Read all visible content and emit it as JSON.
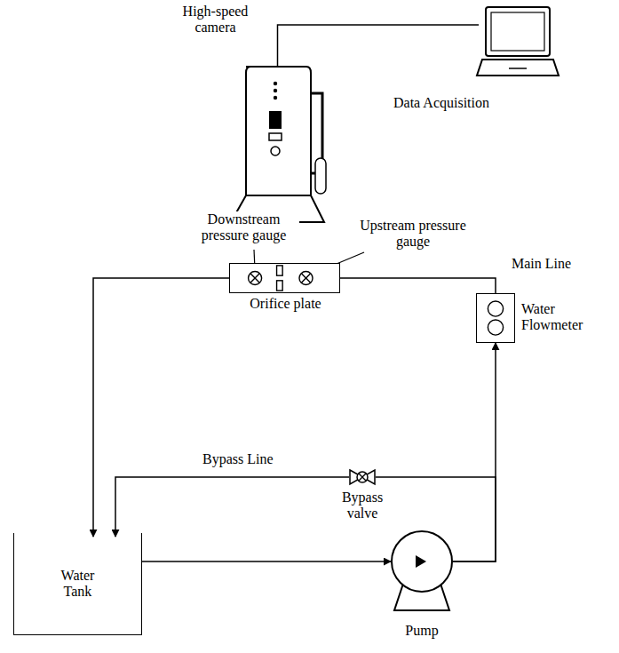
{
  "diagram": {
    "nodes": [
      {
        "text": [
          "High-speed camera"
        ]
      },
      {
        "text": [
          "Data Acquisition"
        ]
      },
      {
        "text": [
          "Orifice plate"
        ]
      },
      {
        "text": [
          "Water Flowmeter"
        ]
      },
      {
        "text": [
          "Bypass valve"
        ]
      },
      {
        "text": [
          "Water Tank"
        ]
      },
      {
        "text": [
          "Pump"
        ]
      }
    ],
    "edges": [
      {
        "from": 0,
        "to": 1,
        "arrow": "none"
      },
      {
        "from": 6,
        "to": 3,
        "arrow": "to"
      },
      {
        "from": 3,
        "to": 2,
        "arrow": "none"
      },
      {
        "from": 2,
        "to": 5,
        "arrow": "to"
      },
      {
        "from": 6,
        "to": 4,
        "arrow": "none"
      },
      {
        "from": 4,
        "to": 5,
        "arrow": "to"
      },
      {
        "from": 5,
        "to": 6,
        "arrow": "to"
      }
    ],
    "labels": [
      "Downstream pressure gauge",
      "Upstream pressure gauge",
      "Main Line",
      "Bypass Line"
    ]
  }
}
